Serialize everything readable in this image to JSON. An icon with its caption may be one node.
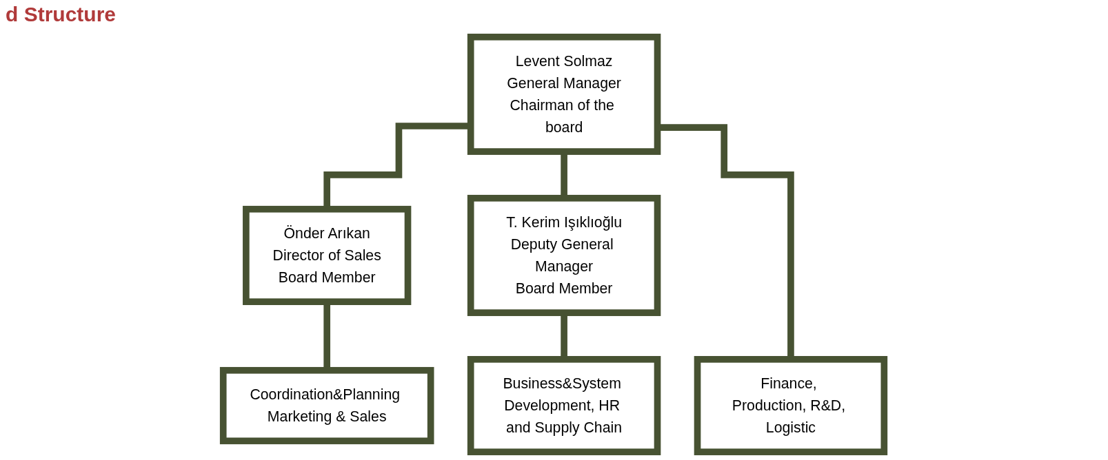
{
  "diagram": {
    "title": "d Structure",
    "nodes": [
      {
        "text": [
          "Levent Solmaz",
          "General Manager",
          "Chairman of the board"
        ]
      },
      {
        "text": [
          "Önder Arıkan",
          "Director of Sales",
          "Board Member"
        ]
      },
      {
        "text": [
          "T. Kerim Işıklıoğlu",
          "Deputy General Manager",
          "Board Member"
        ]
      },
      {
        "text": [
          "Coordination&Planning Marketing & Sales"
        ]
      },
      {
        "text": [
          "Finance, Production, R&D, Logistic"
        ]
      },
      {
        "text": [
          "Business&System Development, HR and Supply Chain"
        ]
      }
    ],
    "edges": [
      {
        "from": 0,
        "to": 1,
        "arrow": "none"
      },
      {
        "from": 0,
        "to": 2,
        "arrow": "none"
      },
      {
        "from": 0,
        "to": 4,
        "arrow": "none"
      },
      {
        "from": 1,
        "to": 3,
        "arrow": "none"
      },
      {
        "from": 2,
        "to": 5,
        "arrow": "none"
      }
    ]
  }
}
